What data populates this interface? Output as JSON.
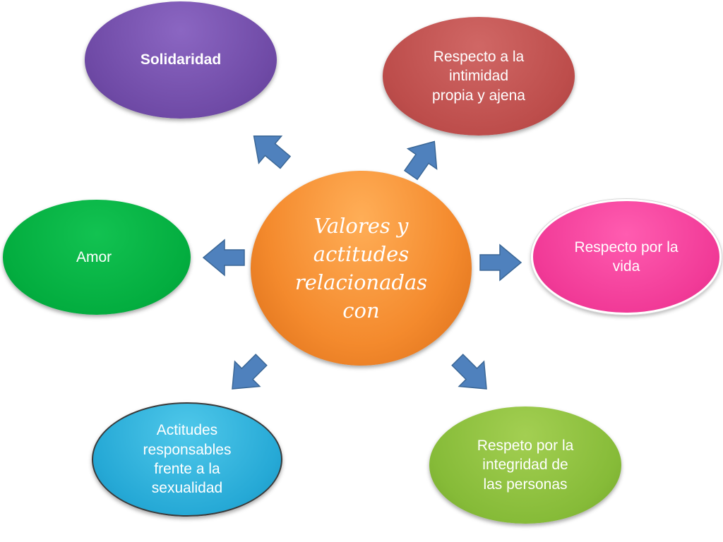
{
  "center": {
    "line1": "Valores y",
    "line2": "actitudes",
    "line3": "relacionadas",
    "line4": "con",
    "color": "#f48a2d"
  },
  "nodes": {
    "solidaridad": {
      "label": "Solidaridad",
      "color": "#6f4aa6"
    },
    "intimidad": {
      "line1": "Respecto a la",
      "line2": "intimidad",
      "line3": "propia y ajena",
      "color": "#bd4d4b"
    },
    "amor": {
      "label": "Amor",
      "color": "#03ad3f"
    },
    "vida": {
      "line1": "Respecto por la",
      "line2": "vida",
      "color": "#f13a97"
    },
    "sexualidad": {
      "line1": "Actitudes",
      "line2": "responsables",
      "line3": "frente a la",
      "line4": "sexualidad",
      "color": "#26a9d6"
    },
    "integridad": {
      "line1": "Respeto por la",
      "line2": "integridad de",
      "line3": "las personas",
      "color": "#86bb38"
    }
  },
  "arrow_color": "#4f81bd"
}
